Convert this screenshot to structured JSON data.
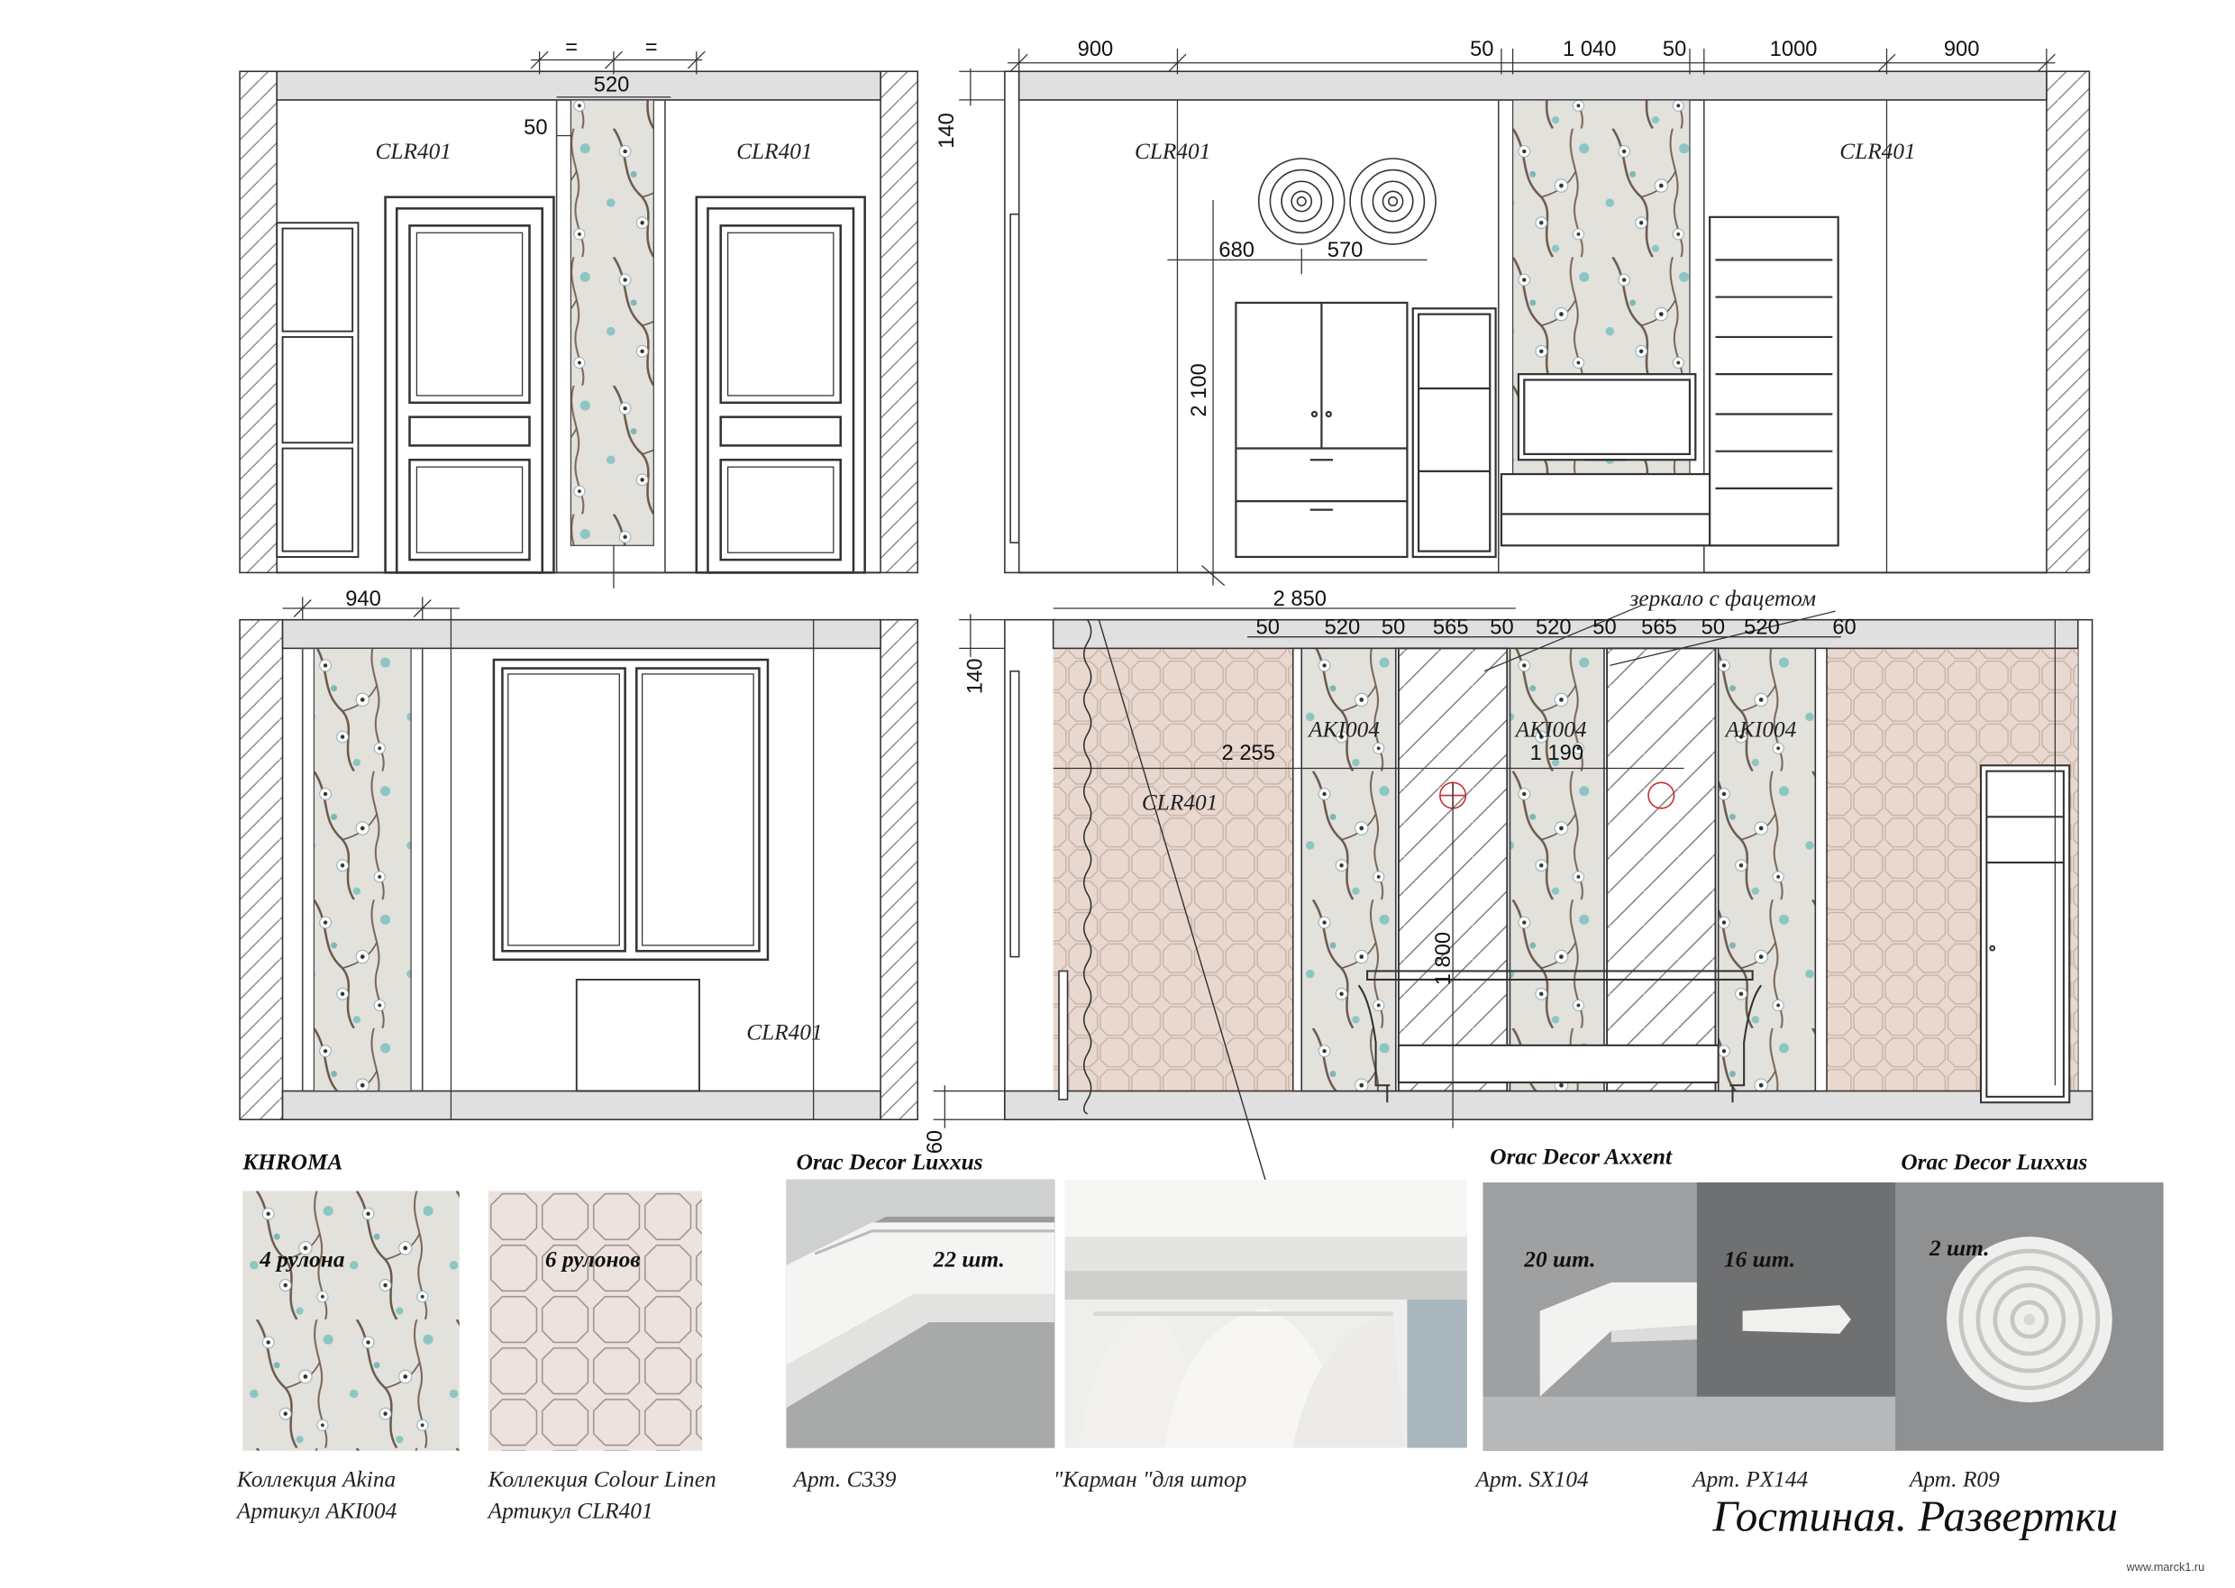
{
  "sheet_title": "Гостиная. Развертки",
  "site_mark": "www.marck1.ru",
  "wall_codes": {
    "clr": "CLR401",
    "aki": "AKI004"
  },
  "elevation1": {
    "dims": {
      "eq_left": "=",
      "eq_right": "=",
      "panel_width": "520",
      "frame": "50"
    }
  },
  "elevation2": {
    "dims": {
      "left": "900",
      "gap_a": "50",
      "panel": "1 040",
      "gap_b": "50",
      "shelf": "1000",
      "right": "900",
      "height_top": "140",
      "rosette_a": "680",
      "rosette_b": "570",
      "cabinet_h": "2 100"
    }
  },
  "elevation3": {
    "dims": {
      "panel": "940"
    }
  },
  "elevation4": {
    "dims": {
      "total": "2 850",
      "d1": "50",
      "d2": "520",
      "d3": "50",
      "d4": "565",
      "d5": "50",
      "d6": "520",
      "d7": "50",
      "d8": "565",
      "d9": "50",
      "d10": "520",
      "d11": "60",
      "height_top": "140",
      "offset_a": "2 255",
      "offset_b": "1 190",
      "mirror_h": "1 800",
      "bottom": "60"
    },
    "mirror_note": "зеркало с фацетом"
  },
  "materials": {
    "wallpaper_brand": "KHROMA",
    "akina_rolls": "4 рулона",
    "linen_rolls": "6 рулонов",
    "akina_caption_1": "Коллекция Akina",
    "akina_caption_2": "Артикул AKI004",
    "linen_caption_1": "Коллекция Colour Linen",
    "linen_caption_2": "Артикул CLR401",
    "cornice_brand": "Orac Decor Luxxus",
    "cornice_qty": "22  шт.",
    "cornice_caption": "Арт. C339",
    "curtain_caption": "\"Карман  \"для штор",
    "axxent_brand": "Orac Decor Axxent",
    "skirting_qty": "20  шт.",
    "skirting_caption": "Арт. SX104",
    "moulding_qty": "16  шт.",
    "moulding_caption": "Арт. PX144",
    "rosette_brand": "Orac Decor Luxxus",
    "rosette_qty": "2  шт.",
    "rosette_caption": "Арт. R09"
  }
}
